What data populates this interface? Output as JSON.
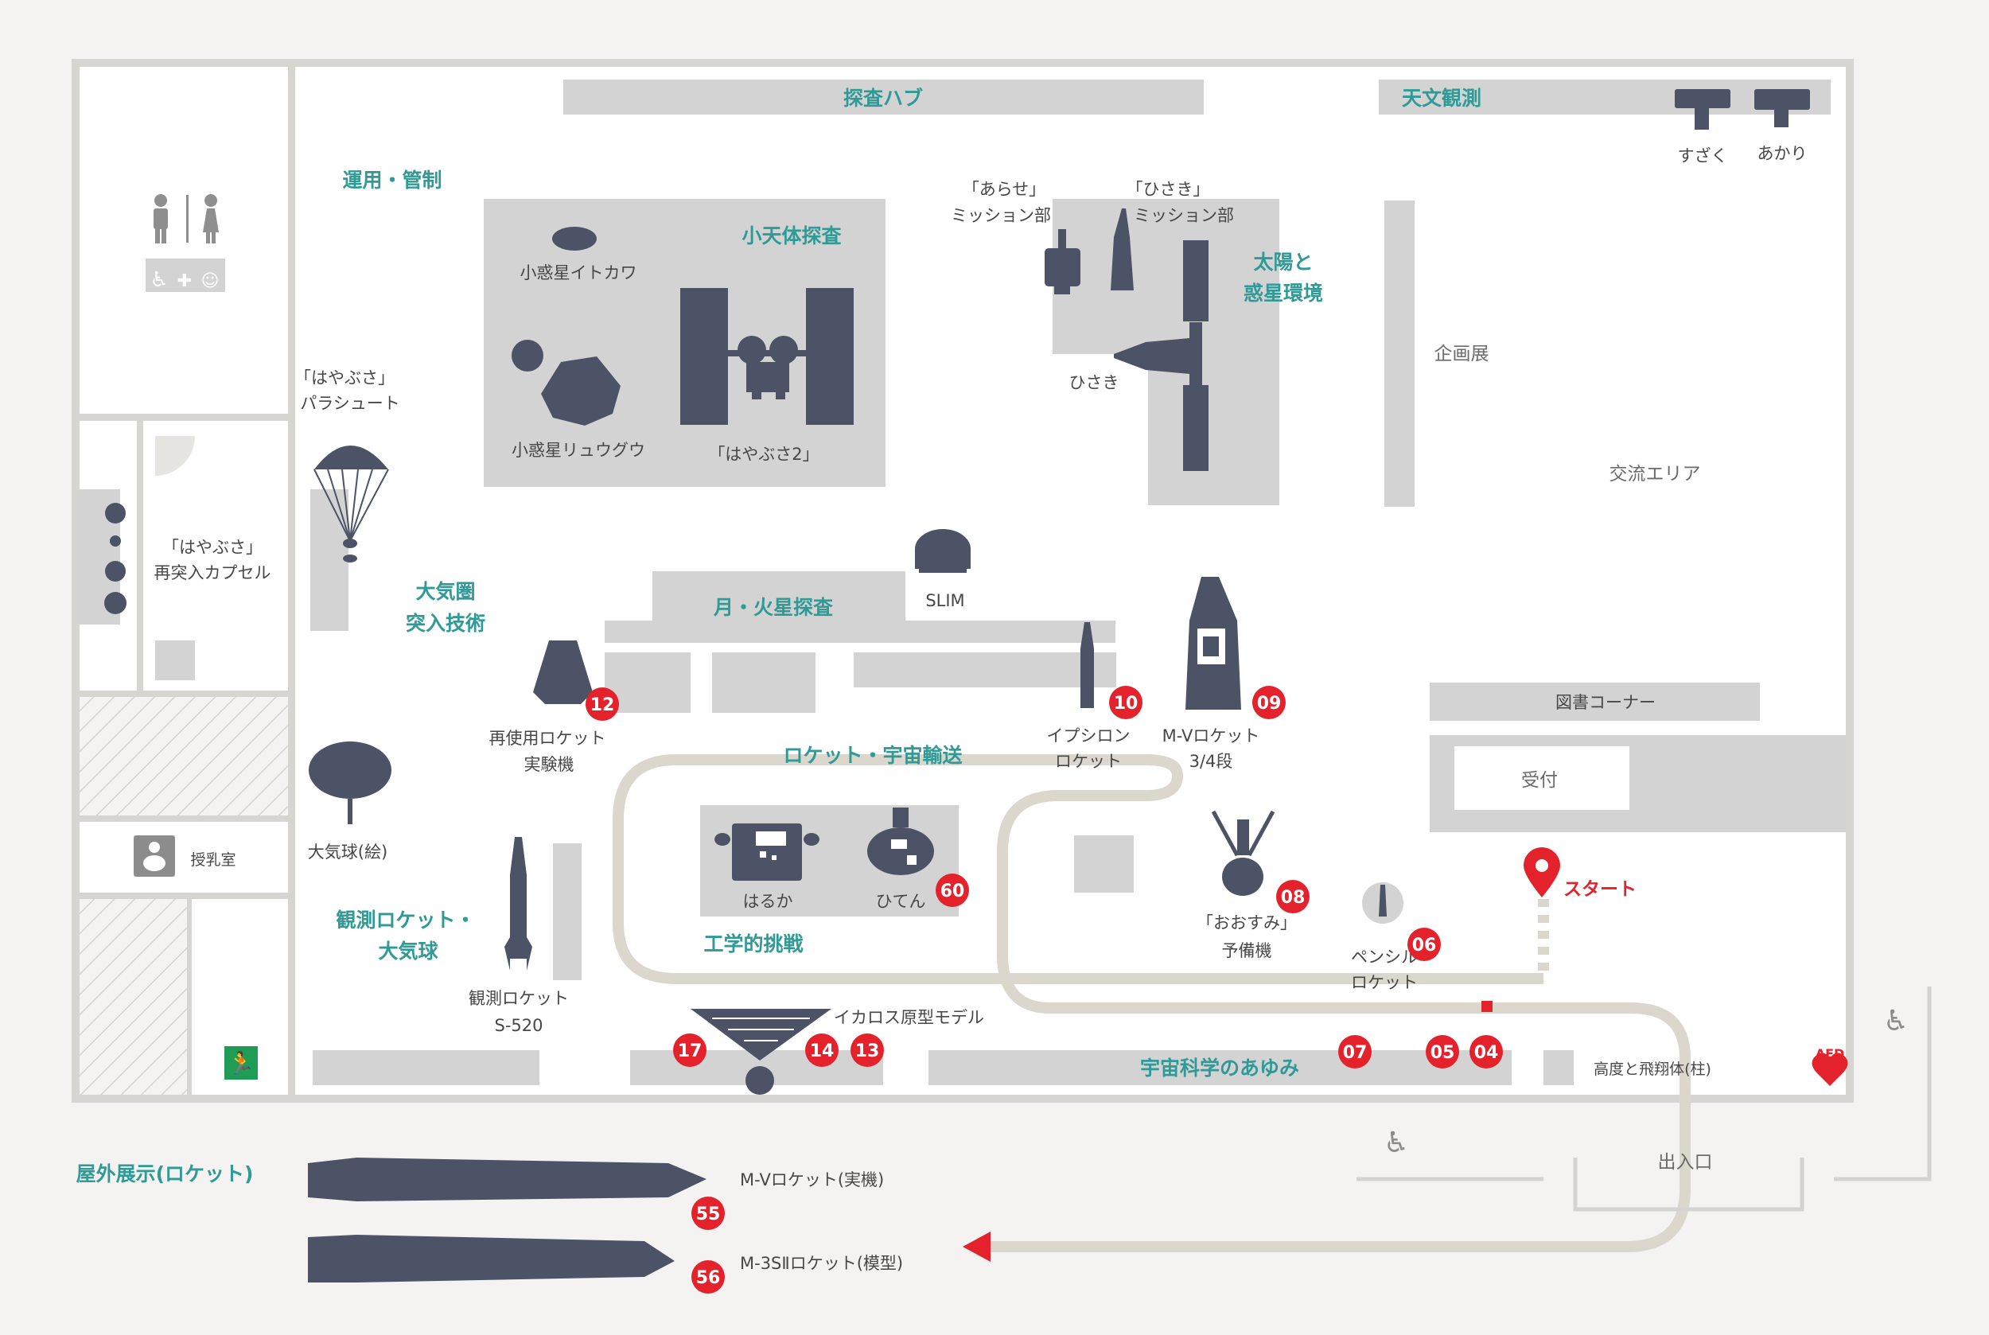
{
  "sections": {
    "tansa_hub": "探査ハブ",
    "tenmon": "天文観測",
    "unyou": "運用・管制",
    "shoutentai": "小天体探査",
    "taiyou_1": "太陽と",
    "taiyou_2": "惑星環境",
    "taikiken_1": "大気圏",
    "taikiken_2": "突入技術",
    "tsuki_kasei": "月・火星探査",
    "rocket_yusou": "ロケット・宇宙輸送",
    "kansoku_1": "観測ロケット・",
    "kansoku_2": "大気球",
    "kougaku": "工学的挑戦",
    "uchu_kagaku": "宇宙科学のあゆみ",
    "okugai": "屋外展示(ロケット)"
  },
  "labels": {
    "suzaku": "すざく",
    "akari": "あかり",
    "arase_1": "「あらせ」",
    "arase_2": "ミッション部",
    "hisaki_m1": "「ひさき」",
    "hisaki_m2": "ミッション部",
    "hisaki": "ひさき",
    "kikaku": "企画展",
    "koryu": "交流エリア",
    "itokawa": "小惑星イトカワ",
    "ryugu": "小惑星リュウグウ",
    "hayabusa2": "「はやぶさ2」",
    "parachute_1": "「はやぶさ」",
    "parachute_2": "パラシュート",
    "capsule_1": "「はやぶさ」",
    "capsule_2": "再突入カプセル",
    "slim": "SLIM",
    "reusable_1": "再使用ロケット",
    "reusable_2": "実験機",
    "epsilon_1": "イプシロン",
    "epsilon_2": "ロケット",
    "mv34_1": "M-Vロケット",
    "mv34_2": "3/4段",
    "toshokan": "図書コーナー",
    "uketsuke": "受付",
    "balloon": "大気球(絵)",
    "nursing": "授乳室",
    "haruka": "はるか",
    "hiten": "ひてん",
    "ohsumi_1": "「おおすみ」",
    "ohsumi_2": "予備機",
    "pencil_1": "ペンシル",
    "pencil_2": "ロケット",
    "start": "スタート",
    "s520_1": "観測ロケット",
    "s520_2": "S-520",
    "ikaros": "イカロス原型モデル",
    "koudo": "高度と飛翔体(柱)",
    "deiriguchi": "出入口",
    "mv_jikki": "M-Vロケット(実機)",
    "m3s2": "M-3SⅡロケット(模型)",
    "aed": "AED"
  },
  "badges": {
    "b12": "12",
    "b10": "10",
    "b09": "09",
    "b08": "08",
    "b06": "06",
    "b60": "60",
    "b17": "17",
    "b14": "14",
    "b13": "13",
    "b07": "07",
    "b05": "05",
    "b04": "04",
    "b55": "55",
    "b56": "56"
  },
  "colors": {
    "section_text": "#2f9a96",
    "badge_red": "#e4222b",
    "exhibit_dark": "#4c5366",
    "route_path": "#dcd7cc"
  },
  "icons": [
    "restroom-icon",
    "accessible-icon",
    "baby-care-icon",
    "emergency-exit-icon",
    "aed-icon",
    "start-pin-icon",
    "route-arrow-icon"
  ]
}
